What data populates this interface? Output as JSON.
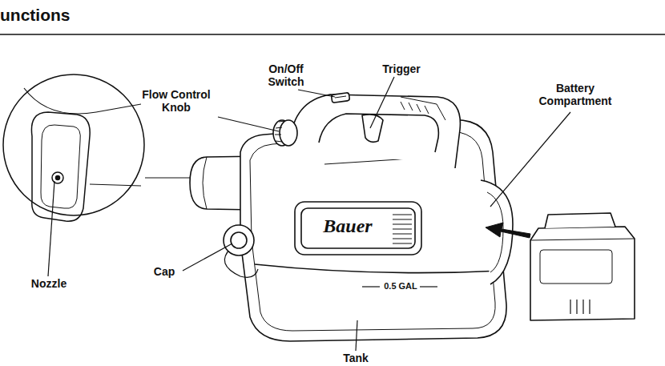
{
  "diagram": {
    "title": "unctions",
    "labels": [
      "On/Off Switch",
      "Trigger",
      "Battery Compartment",
      "Flow Control Knob",
      "Nozzle",
      "Cap",
      "Bauer",
      "0.5 GAL",
      "Tank"
    ]
  }
}
